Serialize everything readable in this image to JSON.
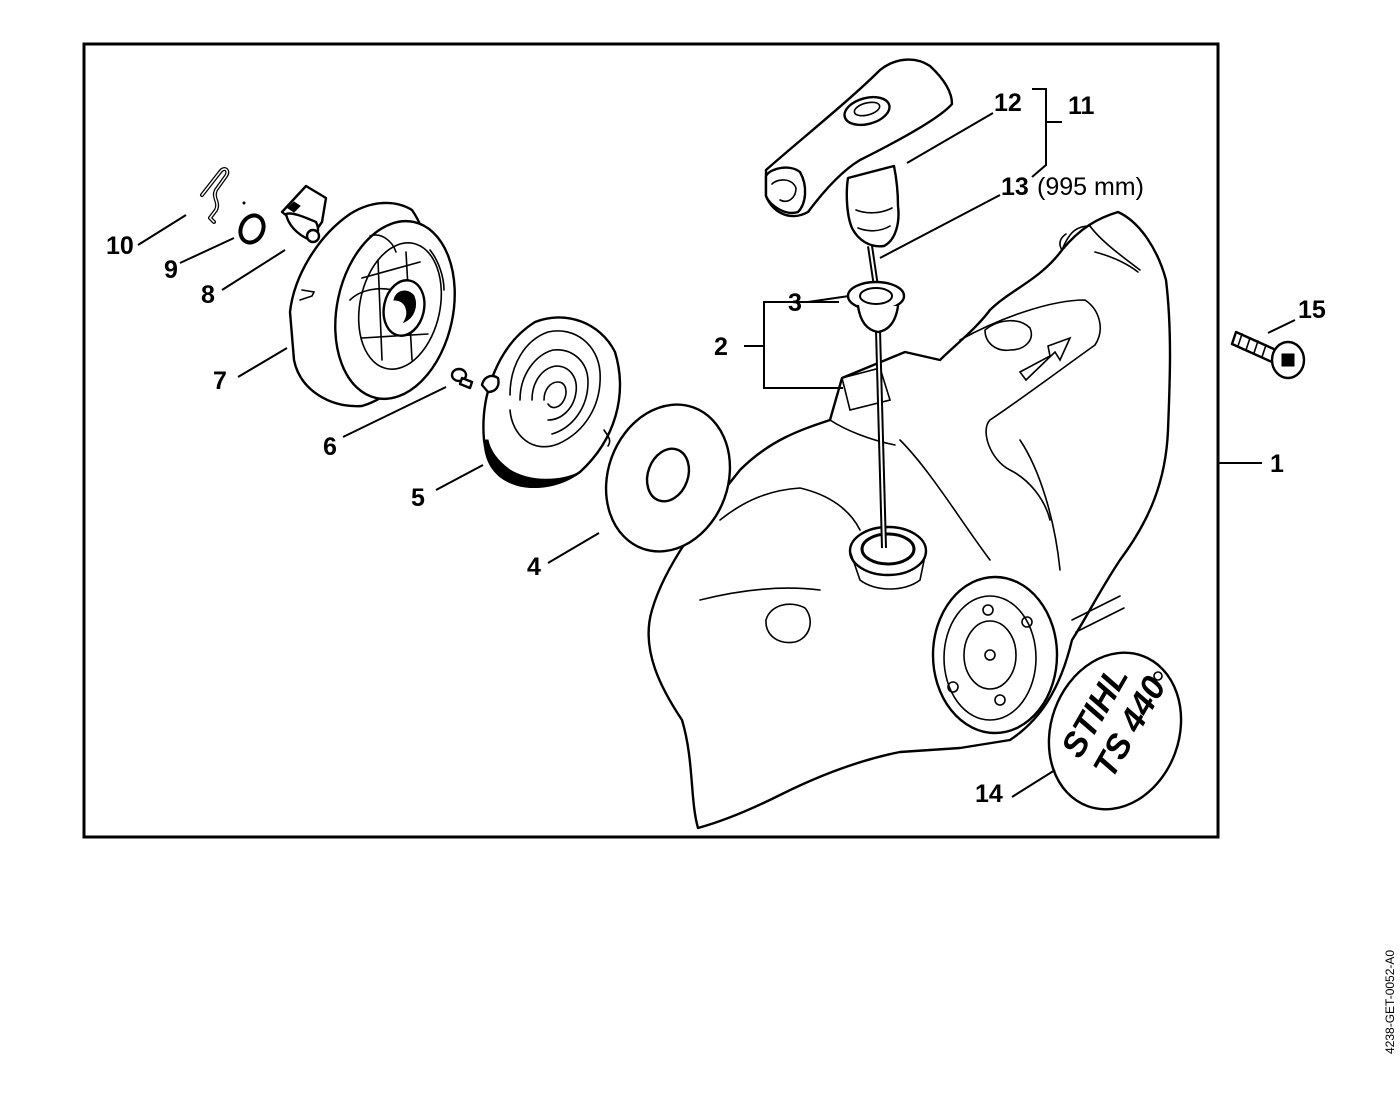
{
  "diagram": {
    "callouts": {
      "c1": "1",
      "c2": "2",
      "c3": "3",
      "c4": "4",
      "c5": "5",
      "c6": "6",
      "c7": "7",
      "c8": "8",
      "c9": "9",
      "c10": "10",
      "c11": "11",
      "c12": "12",
      "c13": "13",
      "c14": "14",
      "c15": "15"
    },
    "rope_length": "(995 mm)",
    "logo": {
      "brand": "STIHL",
      "model": "TS 440"
    },
    "reference_code": "4238-GET-0052-A0"
  }
}
